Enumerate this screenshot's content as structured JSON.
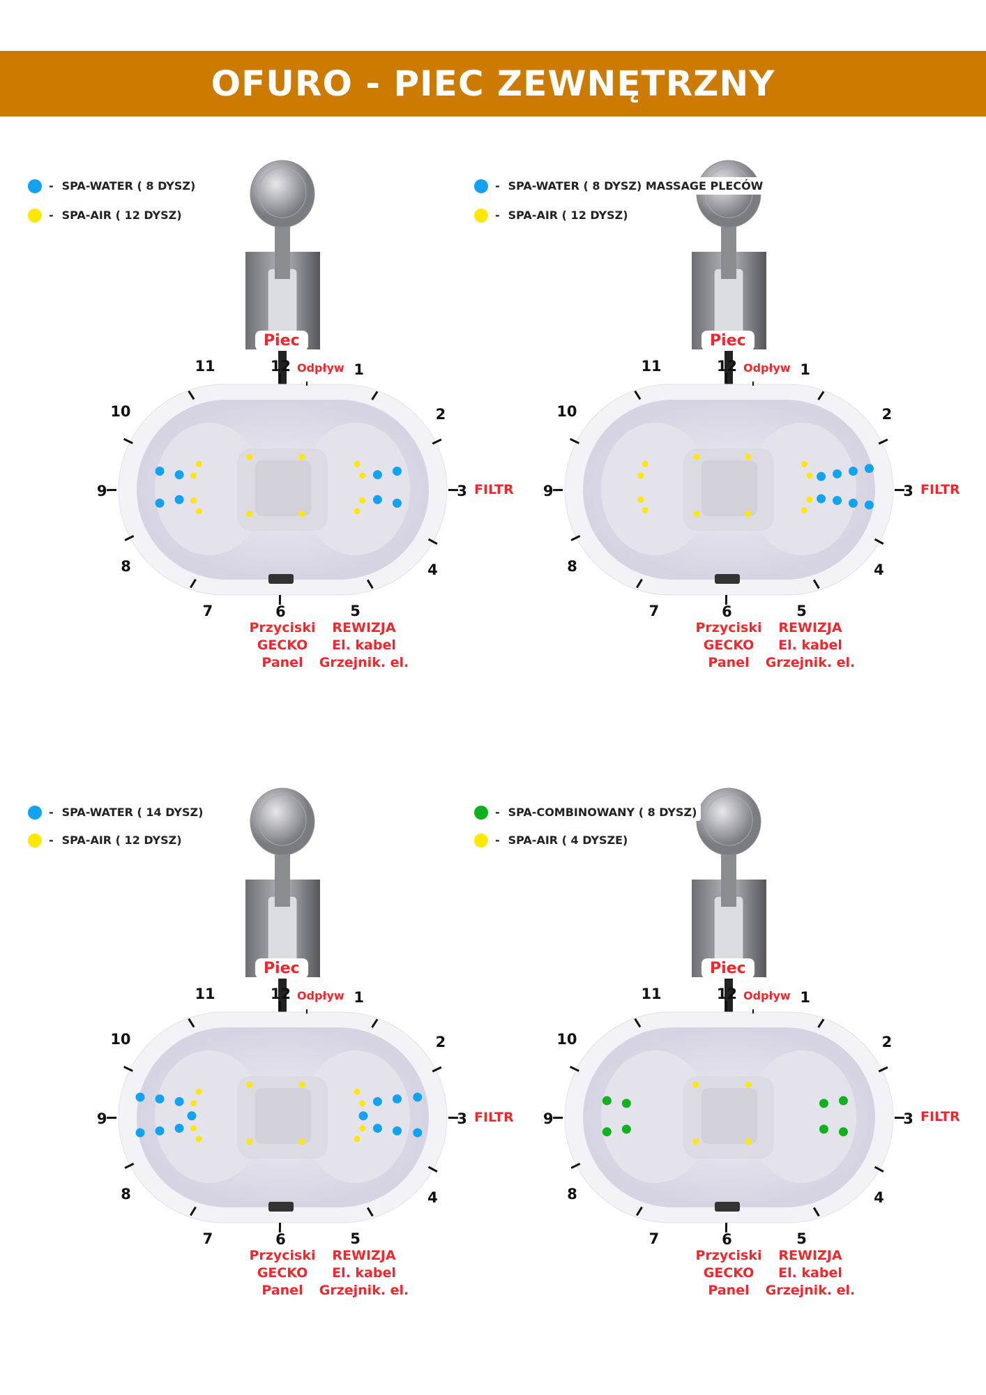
{
  "title": "OFURO - PIEC ZEWNĘTRZNY",
  "colors": {
    "header": "#cc7a00",
    "water": "#12a3f0",
    "air": "#ffe800",
    "combined": "#0fb21c",
    "label": "#f4262b"
  },
  "labels": {
    "heater": "Piec",
    "drain": "Odpływ",
    "filter": "FILTR",
    "buttons": [
      "Przyciski",
      "GECKO",
      "Panel"
    ],
    "revision": [
      "REWIZJA",
      "El. kabel",
      "Grzejnik. el."
    ]
  },
  "clock": [
    "1",
    "2",
    "3",
    "4",
    "5",
    "6",
    "7",
    "8",
    "9",
    "10",
    "11",
    "12"
  ],
  "panels": [
    {
      "legend": [
        {
          "color": "water",
          "text": "SPA-WATER ( 8 DYSZ)"
        },
        {
          "color": "air",
          "text": "SPA-AIR ( 12 DYSZ)"
        }
      ],
      "jets": {
        "water": 8,
        "air": 12
      }
    },
    {
      "legend": [
        {
          "color": "water",
          "text": "SPA-WATER ( 8 DYSZ) MASSAGE PLECÓW"
        },
        {
          "color": "air",
          "text": "SPA-AIR ( 12 DYSZ)"
        }
      ],
      "jets": {
        "water": 8,
        "air": 12
      }
    },
    {
      "legend": [
        {
          "color": "water",
          "text": "SPA-WATER ( 14 DYSZ)"
        },
        {
          "color": "air",
          "text": "SPA-AIR ( 12 DYSZ)"
        }
      ],
      "jets": {
        "water": 14,
        "air": 12
      }
    },
    {
      "legend": [
        {
          "color": "combined",
          "text": "SPA-COMBINOWANY ( 8 DYSZ)"
        },
        {
          "color": "air",
          "text": "SPA-AIR ( 4 DYSZE)"
        }
      ],
      "jets": {
        "combined": 8,
        "air": 4
      }
    }
  ]
}
